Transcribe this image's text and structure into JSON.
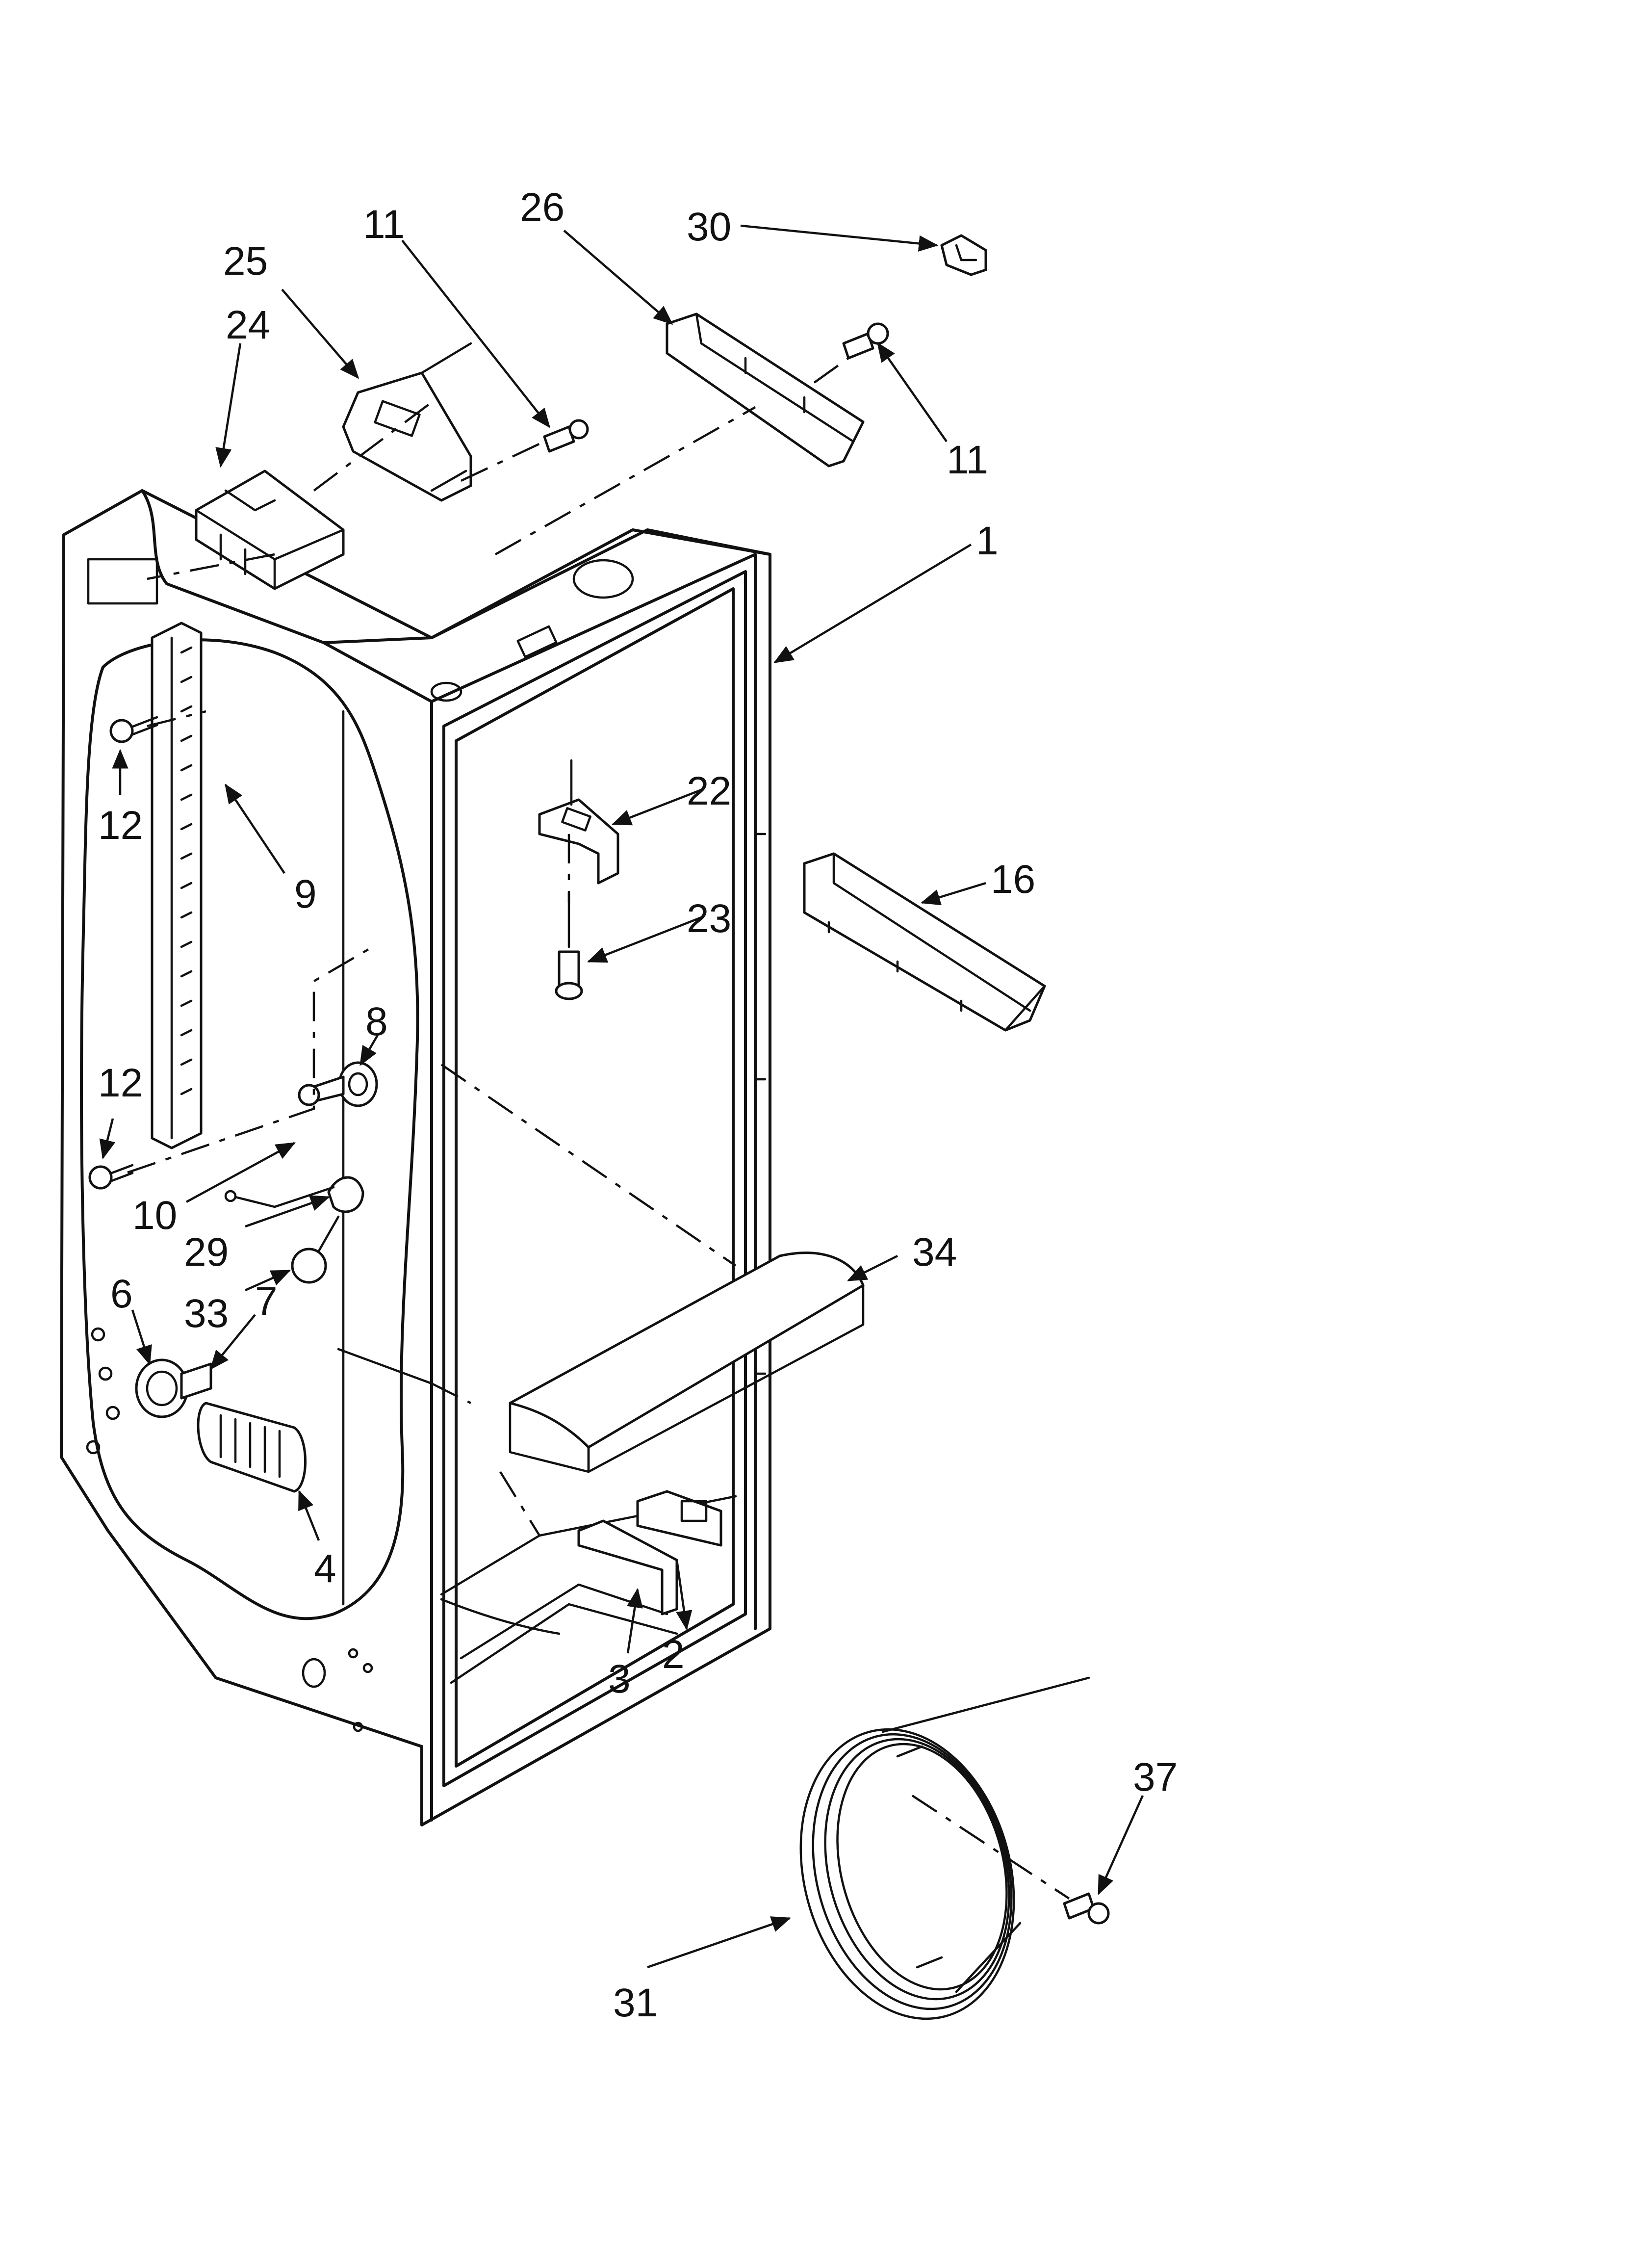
{
  "callouts": [
    {
      "id": "1",
      "text": "1"
    },
    {
      "id": "2",
      "text": "2"
    },
    {
      "id": "3",
      "text": "3"
    },
    {
      "id": "4",
      "text": "4"
    },
    {
      "id": "6",
      "text": "6"
    },
    {
      "id": "7",
      "text": "7"
    },
    {
      "id": "8",
      "text": "8"
    },
    {
      "id": "9",
      "text": "9"
    },
    {
      "id": "10",
      "text": "10"
    },
    {
      "id": "11a",
      "text": "11"
    },
    {
      "id": "11b",
      "text": "11"
    },
    {
      "id": "12a",
      "text": "12"
    },
    {
      "id": "12b",
      "text": "12"
    },
    {
      "id": "16",
      "text": "16"
    },
    {
      "id": "22",
      "text": "22"
    },
    {
      "id": "23",
      "text": "23"
    },
    {
      "id": "24",
      "text": "24"
    },
    {
      "id": "25",
      "text": "25"
    },
    {
      "id": "26",
      "text": "26"
    },
    {
      "id": "29",
      "text": "29"
    },
    {
      "id": "30",
      "text": "30"
    },
    {
      "id": "31",
      "text": "31"
    },
    {
      "id": "33",
      "text": "33"
    },
    {
      "id": "34",
      "text": "34"
    },
    {
      "id": "37",
      "text": "37"
    }
  ]
}
